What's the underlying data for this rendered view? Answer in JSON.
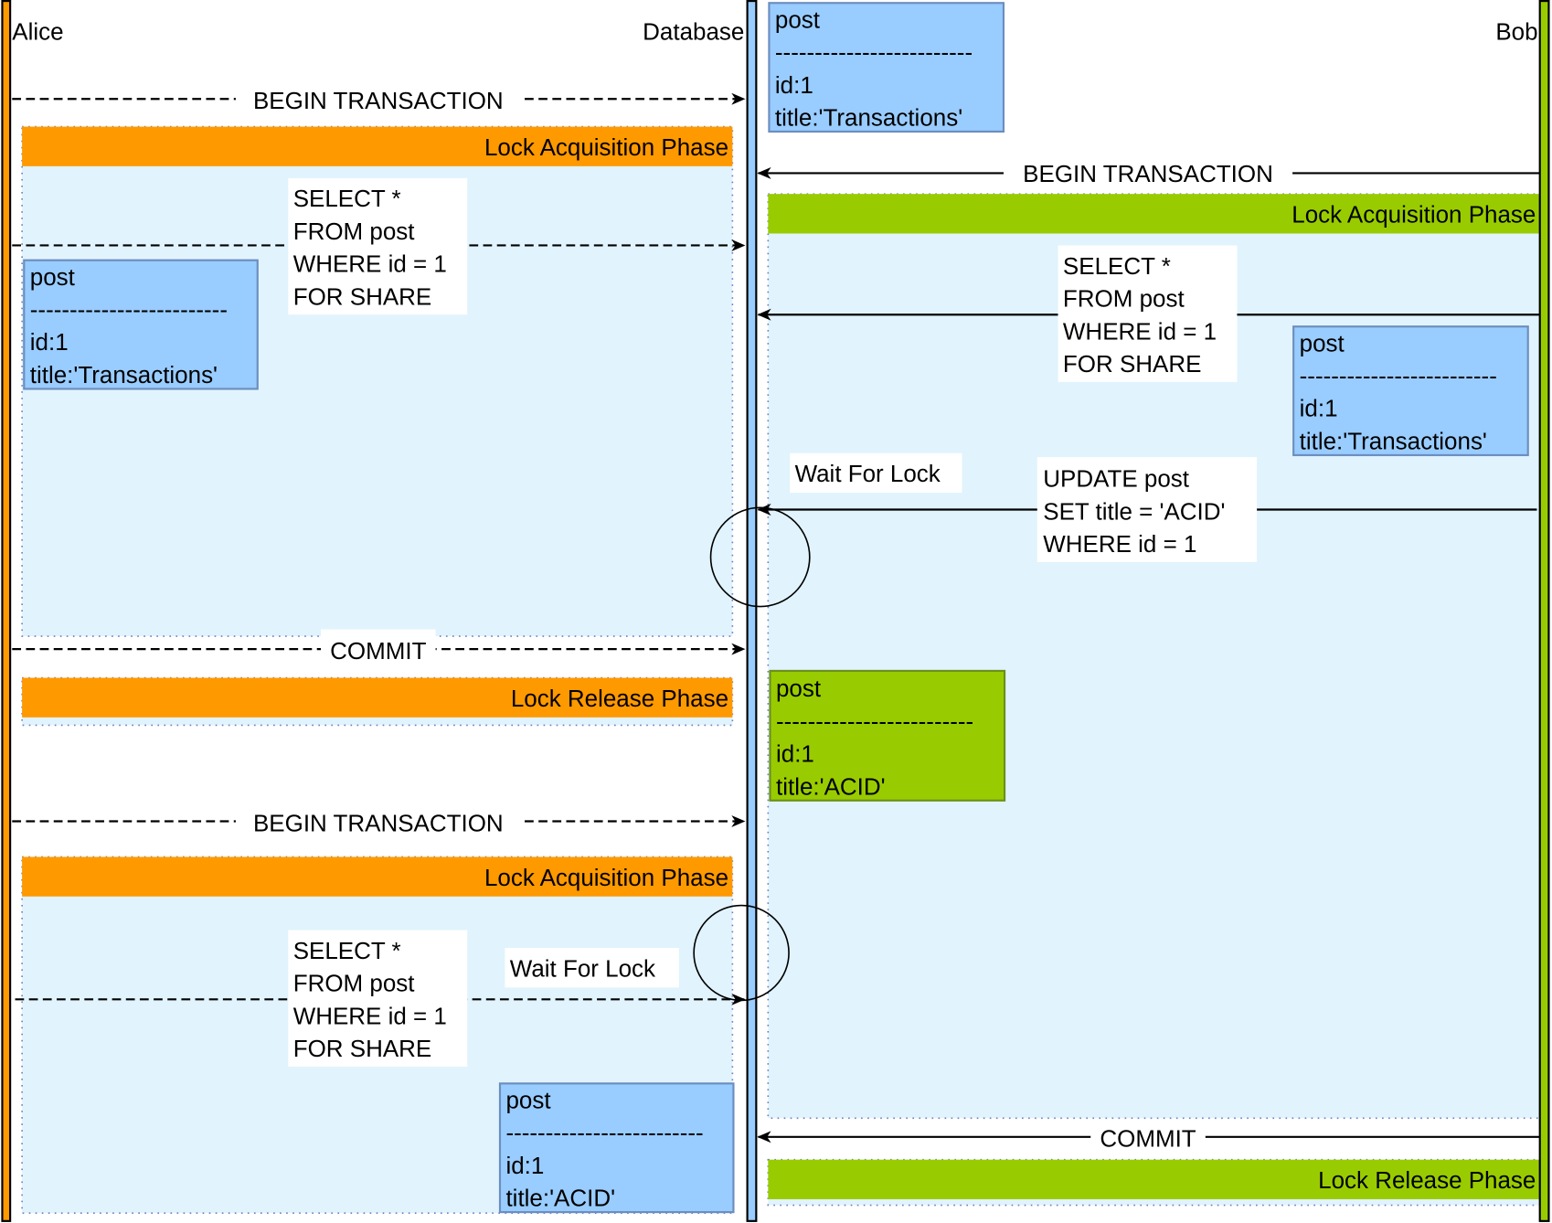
{
  "participants": {
    "alice": "Alice",
    "database": "Database",
    "bob": "Bob"
  },
  "colors": {
    "alice": "#ff9900",
    "bob": "#99cc00",
    "database": "#99ccff",
    "region": "#e1f3fd"
  },
  "db_record_initial": {
    "name": "post",
    "sep": "-------------------------",
    "id": "id:1",
    "title": "title:'Transactions'"
  },
  "alice": {
    "begin1": "BEGIN TRANSACTION",
    "phase1": "Lock Acquisition Phase",
    "select1": [
      "SELECT *",
      "FROM post",
      "WHERE id = 1",
      "FOR SHARE"
    ],
    "result1": {
      "name": "post",
      "sep": "-------------------------",
      "id": "id:1",
      "title": "title:'Transactions'"
    },
    "commit": "COMMIT",
    "release": "Lock Release Phase",
    "begin2": "BEGIN TRANSACTION",
    "phase2": "Lock Acquisition Phase",
    "select2": [
      "SELECT *",
      "FROM post",
      "WHERE id = 1",
      "FOR SHARE"
    ],
    "wait": "Wait For Lock",
    "result2": {
      "name": "post",
      "sep": "-------------------------",
      "id": "id:1",
      "title": "title:'ACID'"
    }
  },
  "bob": {
    "begin": "BEGIN TRANSACTION",
    "phase": "Lock Acquisition Phase",
    "select": [
      "SELECT *",
      "FROM post",
      "WHERE id = 1",
      "FOR SHARE"
    ],
    "result": {
      "name": "post",
      "sep": "-------------------------",
      "id": "id:1",
      "title": "title:'Transactions'"
    },
    "wait": "Wait For Lock",
    "update": [
      "UPDATE post",
      "SET title = 'ACID'",
      "WHERE id = 1"
    ],
    "updated": {
      "name": "post",
      "sep": "-------------------------",
      "id": "id:1",
      "title": "title:'ACID'"
    },
    "commit": "COMMIT",
    "release": "Lock Release Phase"
  }
}
